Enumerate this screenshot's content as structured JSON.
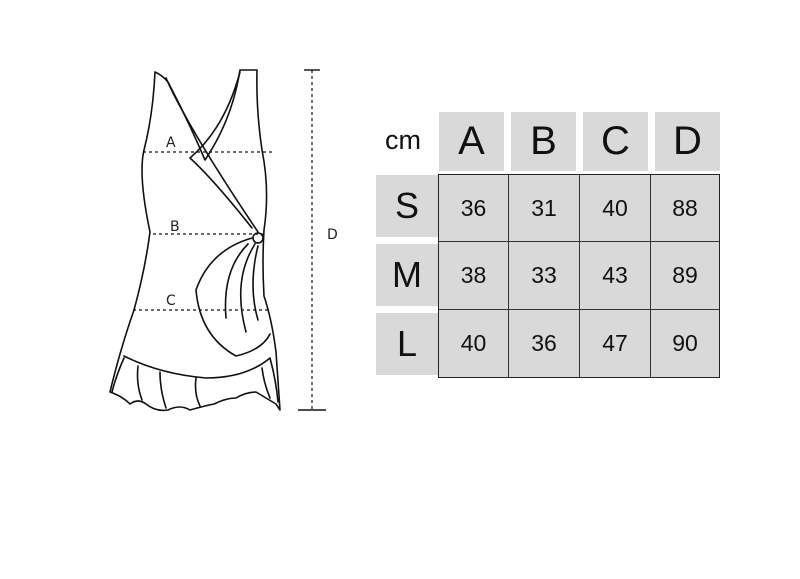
{
  "unit": "cm",
  "columns": [
    "A",
    "B",
    "C",
    "D"
  ],
  "rows": [
    {
      "size": "S",
      "values": [
        "36",
        "31",
        "40",
        "88"
      ]
    },
    {
      "size": "M",
      "values": [
        "38",
        "33",
        "43",
        "89"
      ]
    },
    {
      "size": "L",
      "values": [
        "40",
        "36",
        "47",
        "90"
      ]
    }
  ],
  "measure_labels": {
    "A": "A",
    "B": "B",
    "C": "C",
    "D": "D"
  },
  "colors": {
    "cell_fill": "#d9d9d9",
    "line": "#222222"
  }
}
